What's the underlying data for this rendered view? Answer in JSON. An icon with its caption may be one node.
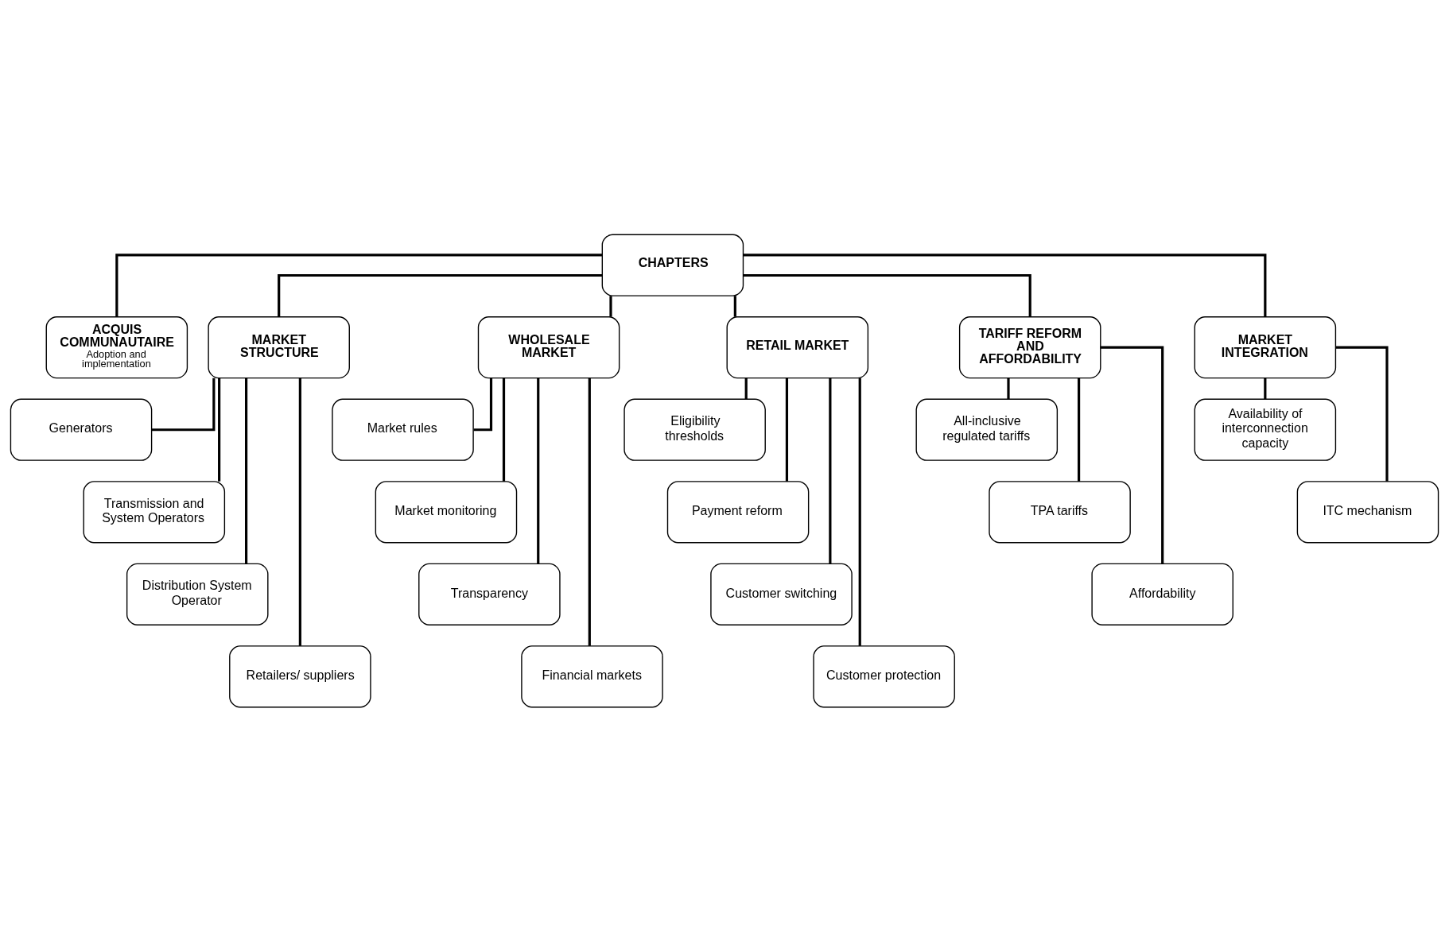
{
  "diagram": {
    "nodes": [
      {
        "text": [
          "CHAPTERS"
        ]
      },
      {
        "text": [
          "ACQUIS COMMUNAUTAIRE",
          "Adoption and implementation"
        ]
      },
      {
        "text": [
          "MARKET STRUCTURE"
        ]
      },
      {
        "text": [
          "WHOLESALE MARKET"
        ]
      },
      {
        "text": [
          "RETAIL MARKET"
        ]
      },
      {
        "text": [
          "TARIFF REFORM AND AFFORDABILITY"
        ]
      },
      {
        "text": [
          "MARKET INTEGRATION"
        ]
      },
      {
        "text": [
          "Generators"
        ]
      },
      {
        "text": [
          "Transmission and System Operators"
        ]
      },
      {
        "text": [
          "Distribution System Operator"
        ]
      },
      {
        "text": [
          "Retailers/ suppliers"
        ]
      },
      {
        "text": [
          "Market rules"
        ]
      },
      {
        "text": [
          "Market monitoring"
        ]
      },
      {
        "text": [
          "Transparency"
        ]
      },
      {
        "text": [
          "Financial markets"
        ]
      },
      {
        "text": [
          "Eligibility thresholds"
        ]
      },
      {
        "text": [
          "Payment reform"
        ]
      },
      {
        "text": [
          "Customer switching"
        ]
      },
      {
        "text": [
          "Customer protection"
        ]
      },
      {
        "text": [
          "All-inclusive regulated tariffs"
        ]
      },
      {
        "text": [
          "TPA tariffs"
        ]
      },
      {
        "text": [
          "Affordability"
        ]
      },
      {
        "text": [
          "Availability of interconnection capacity"
        ]
      },
      {
        "text": [
          "ITC mechanism"
        ]
      }
    ],
    "edges": [
      {
        "from": 0,
        "to": 1,
        "arrow": "none"
      },
      {
        "from": 0,
        "to": 2,
        "arrow": "none"
      },
      {
        "from": 0,
        "to": 3,
        "arrow": "none"
      },
      {
        "from": 0,
        "to": 4,
        "arrow": "none"
      },
      {
        "from": 0,
        "to": 5,
        "arrow": "none"
      },
      {
        "from": 0,
        "to": 6,
        "arrow": "none"
      },
      {
        "from": 2,
        "to": 7,
        "arrow": "none"
      },
      {
        "from": 2,
        "to": 8,
        "arrow": "none"
      },
      {
        "from": 2,
        "to": 9,
        "arrow": "none"
      },
      {
        "from": 2,
        "to": 10,
        "arrow": "none"
      },
      {
        "from": 3,
        "to": 11,
        "arrow": "none"
      },
      {
        "from": 3,
        "to": 12,
        "arrow": "none"
      },
      {
        "from": 3,
        "to": 13,
        "arrow": "none"
      },
      {
        "from": 3,
        "to": 14,
        "arrow": "none"
      },
      {
        "from": 4,
        "to": 15,
        "arrow": "none"
      },
      {
        "from": 4,
        "to": 16,
        "arrow": "none"
      },
      {
        "from": 4,
        "to": 17,
        "arrow": "none"
      },
      {
        "from": 4,
        "to": 18,
        "arrow": "none"
      },
      {
        "from": 5,
        "to": 19,
        "arrow": "none"
      },
      {
        "from": 5,
        "to": 20,
        "arrow": "none"
      },
      {
        "from": 5,
        "to": 21,
        "arrow": "none"
      },
      {
        "from": 6,
        "to": 22,
        "arrow": "none"
      },
      {
        "from": 6,
        "to": 23,
        "arrow": "none"
      }
    ]
  }
}
